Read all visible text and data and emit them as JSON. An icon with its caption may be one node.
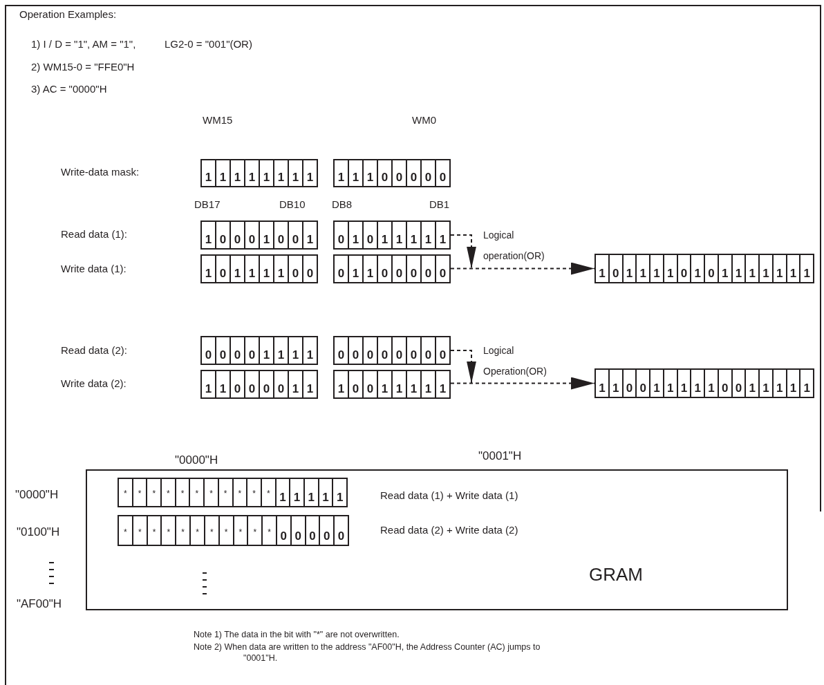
{
  "diagram": {
    "nodes": [
      {
        "text": [
          "1",
          "1",
          "1",
          "1",
          "1",
          "1",
          "1",
          "1"
        ]
      },
      {
        "text": [
          "1",
          "1",
          "1",
          "0",
          "0",
          "0",
          "0",
          "0"
        ]
      },
      {
        "text": [
          "1",
          "0",
          "0",
          "0",
          "1",
          "0",
          "0",
          "1"
        ]
      },
      {
        "text": [
          "0",
          "1",
          "0",
          "1",
          "1",
          "1",
          "1",
          "1"
        ]
      },
      {
        "text": [
          "1",
          "0",
          "1",
          "1",
          "1",
          "1",
          "0",
          "0"
        ]
      },
      {
        "text": [
          "0",
          "1",
          "1",
          "0",
          "0",
          "0",
          "0",
          "0"
        ]
      },
      {
        "text": [
          "1",
          "0",
          "1",
          "1",
          "1",
          "1",
          "0",
          "1",
          "0",
          "1",
          "1",
          "1",
          "1",
          "1",
          "1",
          "1"
        ]
      },
      {
        "text": [
          "0",
          "0",
          "0",
          "0",
          "1",
          "1",
          "1",
          "1"
        ]
      },
      {
        "text": [
          "0",
          "0",
          "0",
          "0",
          "0",
          "0",
          "0",
          "0"
        ]
      },
      {
        "text": [
          "1",
          "1",
          "0",
          "0",
          "0",
          "0",
          "1",
          "1"
        ]
      },
      {
        "text": [
          "1",
          "0",
          "0",
          "1",
          "1",
          "1",
          "1",
          "1"
        ]
      },
      {
        "text": [
          "1",
          "1",
          "0",
          "0",
          "1",
          "1",
          "1",
          "1",
          "1",
          "0",
          "0",
          "1",
          "1",
          "1",
          "1",
          "1"
        ]
      },
      {
        "text": [
          "Read data (1) + Write data (1)",
          "Read data (2) + Write data (2)",
          "GRAM"
        ]
      },
      {
        "text": [
          "*",
          "*",
          "*",
          "*",
          "*",
          "*",
          "*",
          "*",
          "*",
          "*",
          "*",
          "1",
          "1",
          "1",
          "1",
          "1"
        ],
        "in": 12
      },
      {
        "text": [
          "*",
          "*",
          "*",
          "*",
          "*",
          "*",
          "*",
          "*",
          "*",
          "*",
          "*",
          "0",
          "0",
          "0",
          "0",
          "0"
        ],
        "in": 12
      }
    ],
    "edges": [
      {
        "from": 3,
        "to": 6,
        "arrow": "to",
        "style": "dashed",
        "label": "Logical operation(OR)"
      },
      {
        "from": 5,
        "to": 6,
        "arrow": "to",
        "style": "dashed"
      },
      {
        "from": 8,
        "to": 11,
        "arrow": "to",
        "style": "dashed",
        "label": "Logical Operation(OR)"
      },
      {
        "from": 10,
        "to": 11,
        "arrow": "to",
        "style": "dashed"
      }
    ],
    "labels": [
      "Operation Examples:",
      "1) I / D = \"1\", AM = \"1\",",
      "LG2-0 = \"001\"(OR)",
      "2) WM15-0 = \"FFE0\"H",
      "3) AC = \"0000\"H",
      "WM15",
      "WM0",
      "Write-data mask:",
      "DB17",
      "DB10",
      "DB8",
      "DB1",
      "Read data (1):",
      "Write data (1):",
      "Read data (2):",
      "Write data (2):",
      "\"0000\"H",
      "\"0001\"H",
      "\"0000\"H",
      "\"0100\"H",
      "\"AF00\"H",
      "Note 1) The data in the bit with \"*\" are not overwritten.",
      "Note 2) When data are written to the address \"AF00\"H, the Address Counter (AC) jumps to \"0001\"H."
    ]
  }
}
